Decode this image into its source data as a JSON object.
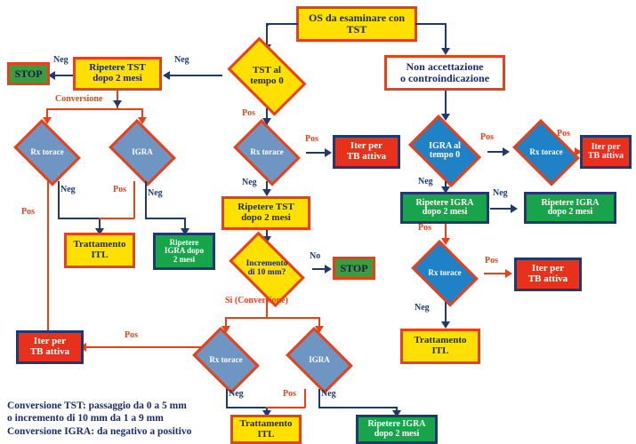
{
  "diagram": {
    "title_node": "OS da esaminare\ncon TST",
    "legend": "Conversione TST: passaggio da 0 a 5 mm\no incremento di 10 mm da 1 a 9 mm\nConversione IGRA: da negativo a positivo"
  },
  "nodes": {
    "start": "OS da esaminare con TST",
    "tst_t0": "TST al\ntempo 0",
    "non_accett": "Non accettazione\no controindicazione",
    "ripetere_tst_1": "Ripetere TST\ndopo 2 mesi",
    "stop_1": "STOP",
    "rx_left_1": "Rx torace",
    "igra_left_1": "IGRA",
    "trattamento_itl_1": "Trattamento\nITL",
    "ripetere_igra_left_1": "Ripetere\nIGRA dopo\n2 mesi",
    "rx_mid_1": "Rx torace",
    "iter_tb_mid": "Iter per\nTB attiva",
    "ripetere_tst_2": "Ripetere TST\ndopo 2 mesi",
    "incremento": "Incremento\ndi 10 mm?",
    "stop_2": "STOP",
    "rx_mid_2": "Rx torace",
    "igra_mid_2": "IGRA",
    "trattamento_itl_2": "Trattamento\nITL",
    "ripetere_igra_mid_2": "Ripetere IGRA\ndopo 2 mesi",
    "iter_tb_left": "Iter per\nTB attiva",
    "igra_t0": "IGRA al\ntempo 0",
    "rx_right_1": "Rx torace",
    "iter_tb_right_1": "Iter per\nTB attiva",
    "ripetere_igra_right_1": "Ripetere IGRA\ndopo 2 mesi",
    "ripetere_igra_right_2": "Ripetere IGRA\ndopo 2 mesi",
    "rx_right_2": "Rx torace",
    "iter_tb_right_2": "Iter per\nTB attiva",
    "trattamento_itl_right": "Trattamento\nITL"
  },
  "edges": {
    "neg_1": "Neg",
    "neg_2": "Neg",
    "conversione": "Conversione",
    "pos_tst": "Pos",
    "neg_rxleft": "Neg",
    "pos_igraleft": "Pos",
    "neg_igraleft": "Neg",
    "pos_left_long": "Pos",
    "pos_rxmid": "Pos",
    "neg_rxmid": "Neg",
    "no_incremento": "No",
    "si_conversione": "Si (Conversione)",
    "neg_rxmid2": "Neg",
    "pos_igramid2": "Pos",
    "neg_igramid2": "Neg",
    "pos_bottom_left": "Pos",
    "pos_igra_t0": "Pos",
    "pos_rx_right1": "Pos",
    "neg_igra_t0": "Neg",
    "neg_rip_igra_r1": "Neg",
    "pos_rip_igra_r1": "Pos",
    "pos_rx_right2": "Pos",
    "neg_rx_right2": "Neg"
  },
  "colors": {
    "yellow": "#ffe000",
    "red": "#e8301a",
    "green": "#17a44a",
    "stop_green": "#3f9b3f",
    "navy": "#1f3a6e",
    "orange_border": "#e8411a",
    "diamond_blue": "#6f95c2",
    "diamond_bright_blue": "#1f82c6"
  }
}
